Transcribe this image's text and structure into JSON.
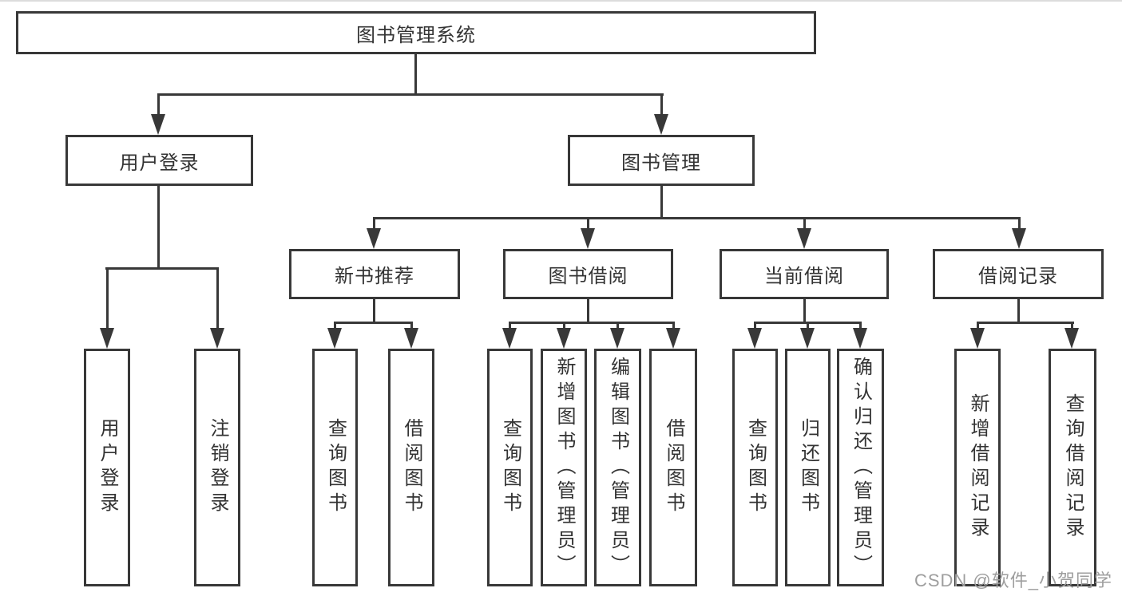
{
  "diagram": {
    "tree": {
      "label": "图书管理系统",
      "children": [
        {
          "label": "用户登录",
          "children": [
            {
              "label": "用户登录"
            },
            {
              "label": "注销登录"
            }
          ]
        },
        {
          "label": "图书管理",
          "children": [
            {
              "label": "新书推荐",
              "children": [
                {
                  "label": "查询图书"
                },
                {
                  "label": "借阅图书"
                }
              ]
            },
            {
              "label": "图书借阅",
              "children": [
                {
                  "label": "查询图书"
                },
                {
                  "label": "新增图书（管理员）"
                },
                {
                  "label": "编辑图书（管理员）"
                },
                {
                  "label": "借阅图书"
                }
              ]
            },
            {
              "label": "当前借阅",
              "children": [
                {
                  "label": "查询图书"
                },
                {
                  "label": "归还图书"
                },
                {
                  "label": "确认归还（管理员）"
                }
              ]
            },
            {
              "label": "借阅记录",
              "children": [
                {
                  "label": "新增借阅记录"
                },
                {
                  "label": "查询借阅记录"
                }
              ]
            }
          ]
        }
      ]
    },
    "colors": {
      "line": "#383838",
      "box_border": "#383838",
      "text": "#333333",
      "background": "#ffffff",
      "watermark_text": "#9e9e9e"
    }
  },
  "watermark": {
    "text": "CSDN @软件_小贺同学"
  }
}
